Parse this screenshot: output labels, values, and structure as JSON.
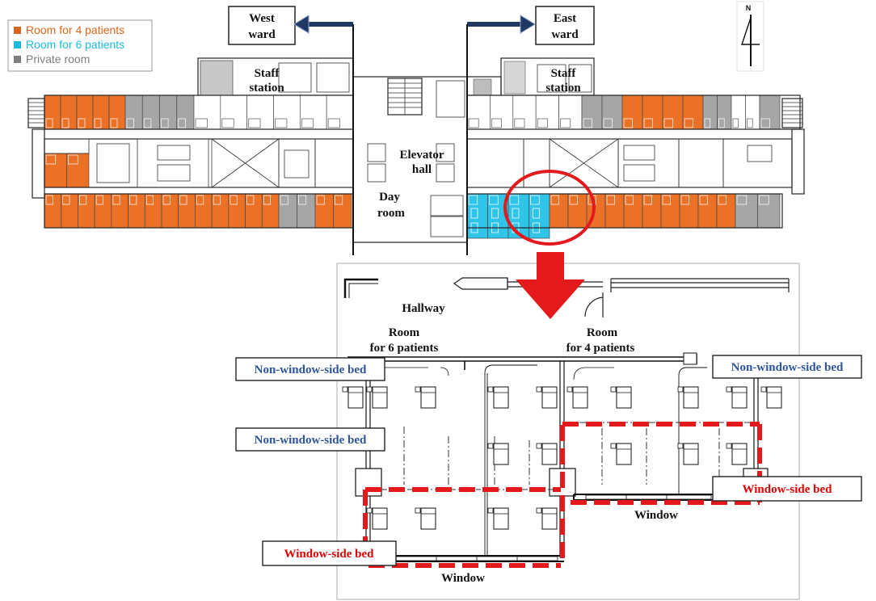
{
  "legend": {
    "items": [
      {
        "label": "Room for 4 patients",
        "color": "#d9661c"
      },
      {
        "label": "Room for 6 patients",
        "color": "#1bbbe0"
      },
      {
        "label": "Private room",
        "color": "#7f7f7f"
      }
    ]
  },
  "wards": {
    "west": {
      "line1": "West",
      "line2": "ward"
    },
    "east": {
      "line1": "East",
      "line2": "ward"
    }
  },
  "compass": {
    "label": "N"
  },
  "floor_plan": {
    "labels": {
      "staff_station_west": {
        "line1": "Staff",
        "line2": "station"
      },
      "staff_station_east": {
        "line1": "Staff",
        "line2": "station"
      },
      "elevator_hall": {
        "line1": "Elevator",
        "line2": "hall"
      },
      "day_room": {
        "line1": "Day",
        "line2": "room"
      }
    }
  },
  "detail": {
    "hallway": "Hallway",
    "room_6": {
      "line1": "Room",
      "line2": "for 6 patients"
    },
    "room_4": {
      "line1": "Room",
      "line2": "for 4 patients"
    },
    "window_left": "Window",
    "window_right": "Window",
    "callouts": {
      "non_window_left_top": "Non-window-side bed",
      "non_window_left_middle": "Non-window-side bed",
      "non_window_right": "Non-window-side bed",
      "window_side_right": "Window-side bed",
      "window_side_left": "Window-side bed"
    }
  },
  "colors": {
    "four_patient": "#ea7125",
    "six_patient": "#2fc4e8",
    "private": "#a6a6a6",
    "highlight": "#e3191c",
    "ward_arrow": "#1f3864",
    "room_4_label": "#c55a11",
    "room_6_label": "#1fb0d8",
    "non_window_text": "#2e5597",
    "window_text": "#e00000"
  }
}
